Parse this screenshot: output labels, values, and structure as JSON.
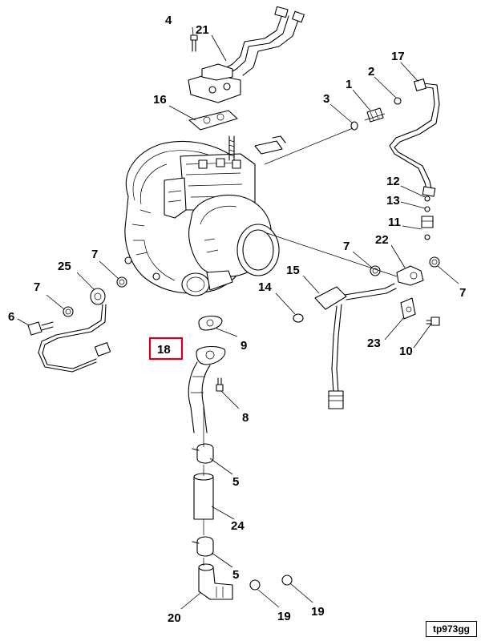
{
  "figure_id": "tp973gg",
  "highlighted_callout": "18",
  "labels": {
    "p1": "1",
    "p2": "2",
    "p3": "3",
    "p4": "4",
    "p5a": "5",
    "p5b": "5",
    "p6": "6",
    "p7a": "7",
    "p7b": "7",
    "p7c": "7",
    "p7d": "7",
    "p8": "8",
    "p9": "9",
    "p10": "10",
    "p11": "11",
    "p12": "12",
    "p13": "13",
    "p14": "14",
    "p15": "15",
    "p16": "16",
    "p17": "17",
    "p18": "18",
    "p19a": "19",
    "p19b": "19",
    "p20": "20",
    "p21": "21",
    "p22": "22",
    "p23": "23",
    "p24": "24",
    "p25": "25"
  },
  "colors": {
    "line": "#000000",
    "highlight": "#d0021b",
    "background": "#ffffff"
  }
}
